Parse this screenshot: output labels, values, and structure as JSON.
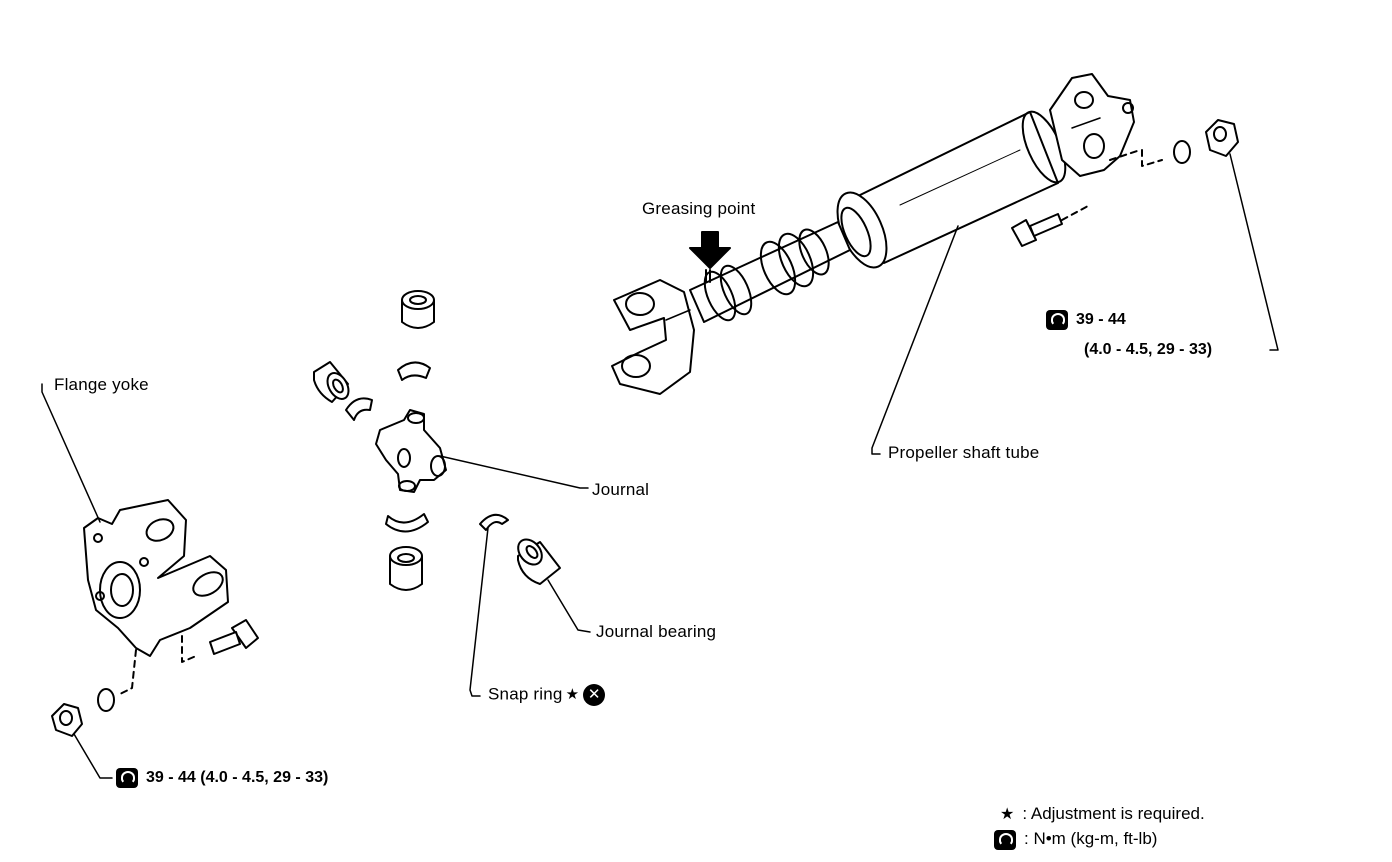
{
  "labels": {
    "greasing_point": "Greasing point",
    "flange_yoke": "Flange yoke",
    "journal": "Journal",
    "propeller_shaft_tube": "Propeller shaft tube",
    "journal_bearing": "Journal bearing",
    "snap_ring": "Snap ring"
  },
  "torque": {
    "left_line": "39 - 44 (4.0 - 4.5, 29 - 33)",
    "right_line1": "39 - 44",
    "right_line2": "(4.0 - 4.5, 29 - 33)"
  },
  "legend": {
    "adjustment": ": Adjustment is required.",
    "units": ": N•m (kg-m, ft-lb)"
  },
  "icons": {
    "star": "★",
    "x": "✕"
  }
}
